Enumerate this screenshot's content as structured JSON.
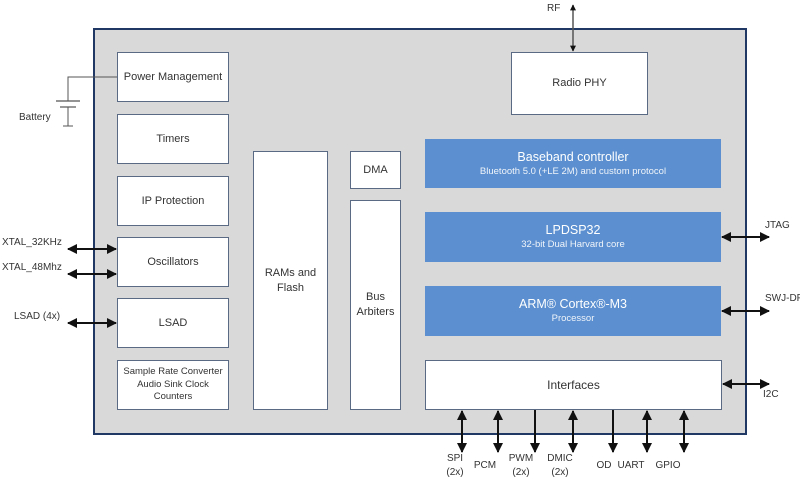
{
  "diagram": {
    "colors": {
      "chip_fill": "#d9d9d9",
      "chip_border": "#1f3864",
      "block_fill": "#ffffff",
      "block_border": "#5a6a85",
      "core_fill": "#5b8fcf",
      "core_text": "#ffffff",
      "wire": "#111111"
    },
    "left_blocks": [
      {
        "label": "Power Management"
      },
      {
        "label": "Timers"
      },
      {
        "label": "IP Protection"
      },
      {
        "label": "Oscillators"
      },
      {
        "label": "LSAD"
      },
      {
        "label": "Sample Rate Converter\nAudio Sink Clock Counters",
        "line1": "Sample Rate Converter",
        "line2": "Audio Sink Clock Counters"
      }
    ],
    "memory": {
      "line1": "RAMs and",
      "line2": "Flash"
    },
    "dma": {
      "label": "DMA"
    },
    "bus_arbiters": {
      "line1": "Bus",
      "line2": "Arbiters"
    },
    "radio_phy": {
      "label": "Radio PHY"
    },
    "cores": [
      {
        "title": "Baseband controller",
        "subtitle": "Bluetooth 5.0 (+LE 2M) and custom protocol"
      },
      {
        "title": "LPDSP32",
        "subtitle": "32-bit Dual Harvard core"
      },
      {
        "title": "ARM® Cortex®-M3",
        "subtitle": "Processor"
      }
    ],
    "interfaces": {
      "label": "Interfaces"
    },
    "external_signals": {
      "rf": "RF",
      "battery": "Battery",
      "xtal_32": "XTAL_32KHz",
      "xtal_48": "XTAL_48Mhz",
      "lsad": "LSAD (4x)",
      "jtag": "JTAG",
      "swj_dp": "SWJ-DP",
      "i2c": "I2C"
    },
    "bottom_signals": [
      {
        "line1": "SPI",
        "line2": "(2x)",
        "direction": "bidirectional"
      },
      {
        "line1": "PCM",
        "line2": "",
        "direction": "bidirectional"
      },
      {
        "line1": "PWM",
        "line2": "(2x)",
        "direction": "output"
      },
      {
        "line1": "DMIC",
        "line2": "(2x)",
        "direction": "bidirectional"
      },
      {
        "line1": "OD",
        "line2": "",
        "direction": "output"
      },
      {
        "line1": "UART",
        "line2": "",
        "direction": "bidirectional"
      },
      {
        "line1": "GPIO",
        "line2": "",
        "direction": "bidirectional"
      }
    ]
  }
}
